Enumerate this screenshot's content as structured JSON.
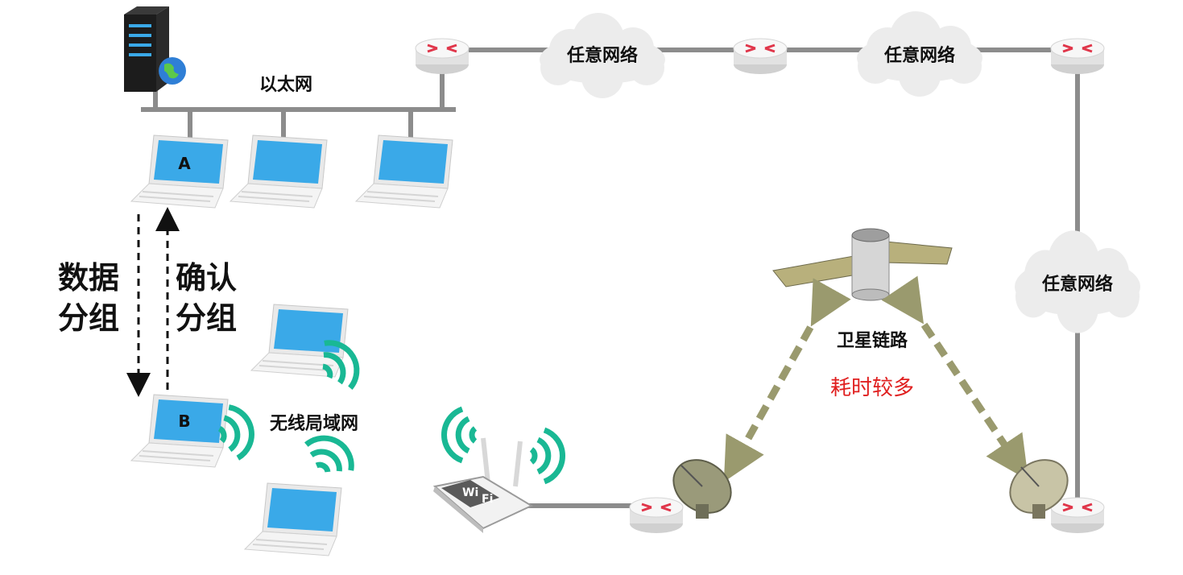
{
  "labels": {
    "ethernet": "以太网",
    "any_network": "任意网络",
    "wireless_lan": "无线局域网",
    "satellite_link": "卫星链路",
    "time_consuming": "耗时较多",
    "data_packet_line1": "数据",
    "data_packet_line2": "分组",
    "ack_packet_line1": "确认",
    "ack_packet_line2": "分组",
    "host_a": "A",
    "host_b": "B",
    "wifi_word_1": "Wi",
    "wifi_word_2": "Fi"
  },
  "colors": {
    "line": "#8c8c8c",
    "screen": "#3aa9e8",
    "wifi_wave": "#19b894",
    "satellite_arrow": "#9a9a6e",
    "router_arrow": "#e0364a",
    "highlight_text": "#e02020"
  },
  "icons": {
    "server": "server-icon",
    "laptop": "laptop-icon",
    "router": "router-icon",
    "cloud": "cloud-icon",
    "satellite": "satellite-icon",
    "dish": "satellite-dish-icon",
    "wifi_router": "wifi-router-icon",
    "wifi_wave": "wifi-signal-icon"
  }
}
